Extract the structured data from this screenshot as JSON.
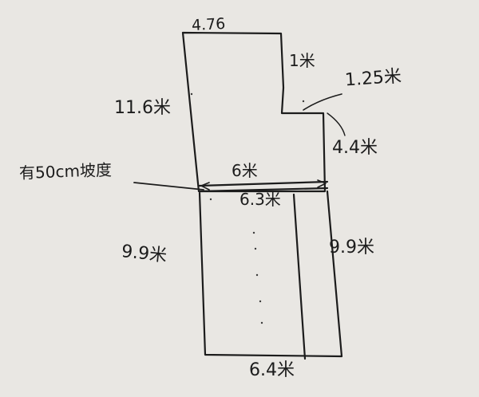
{
  "sketch": {
    "labels": {
      "top_width": "4.76",
      "step_height": "1米",
      "step_width": "1.25米",
      "upper_left_height": "11.6米",
      "upper_right_height": "4.4米",
      "middle_width_top": "6米",
      "middle_width_bottom": "6.3米",
      "slope_note": "有50cm坡度",
      "lower_left_height": "9.9米",
      "lower_right_height": "9.9米",
      "bottom_width": "6.4米"
    },
    "colors": {
      "paper": "#e9e7e3",
      "ink": "#1c1c1c"
    }
  }
}
